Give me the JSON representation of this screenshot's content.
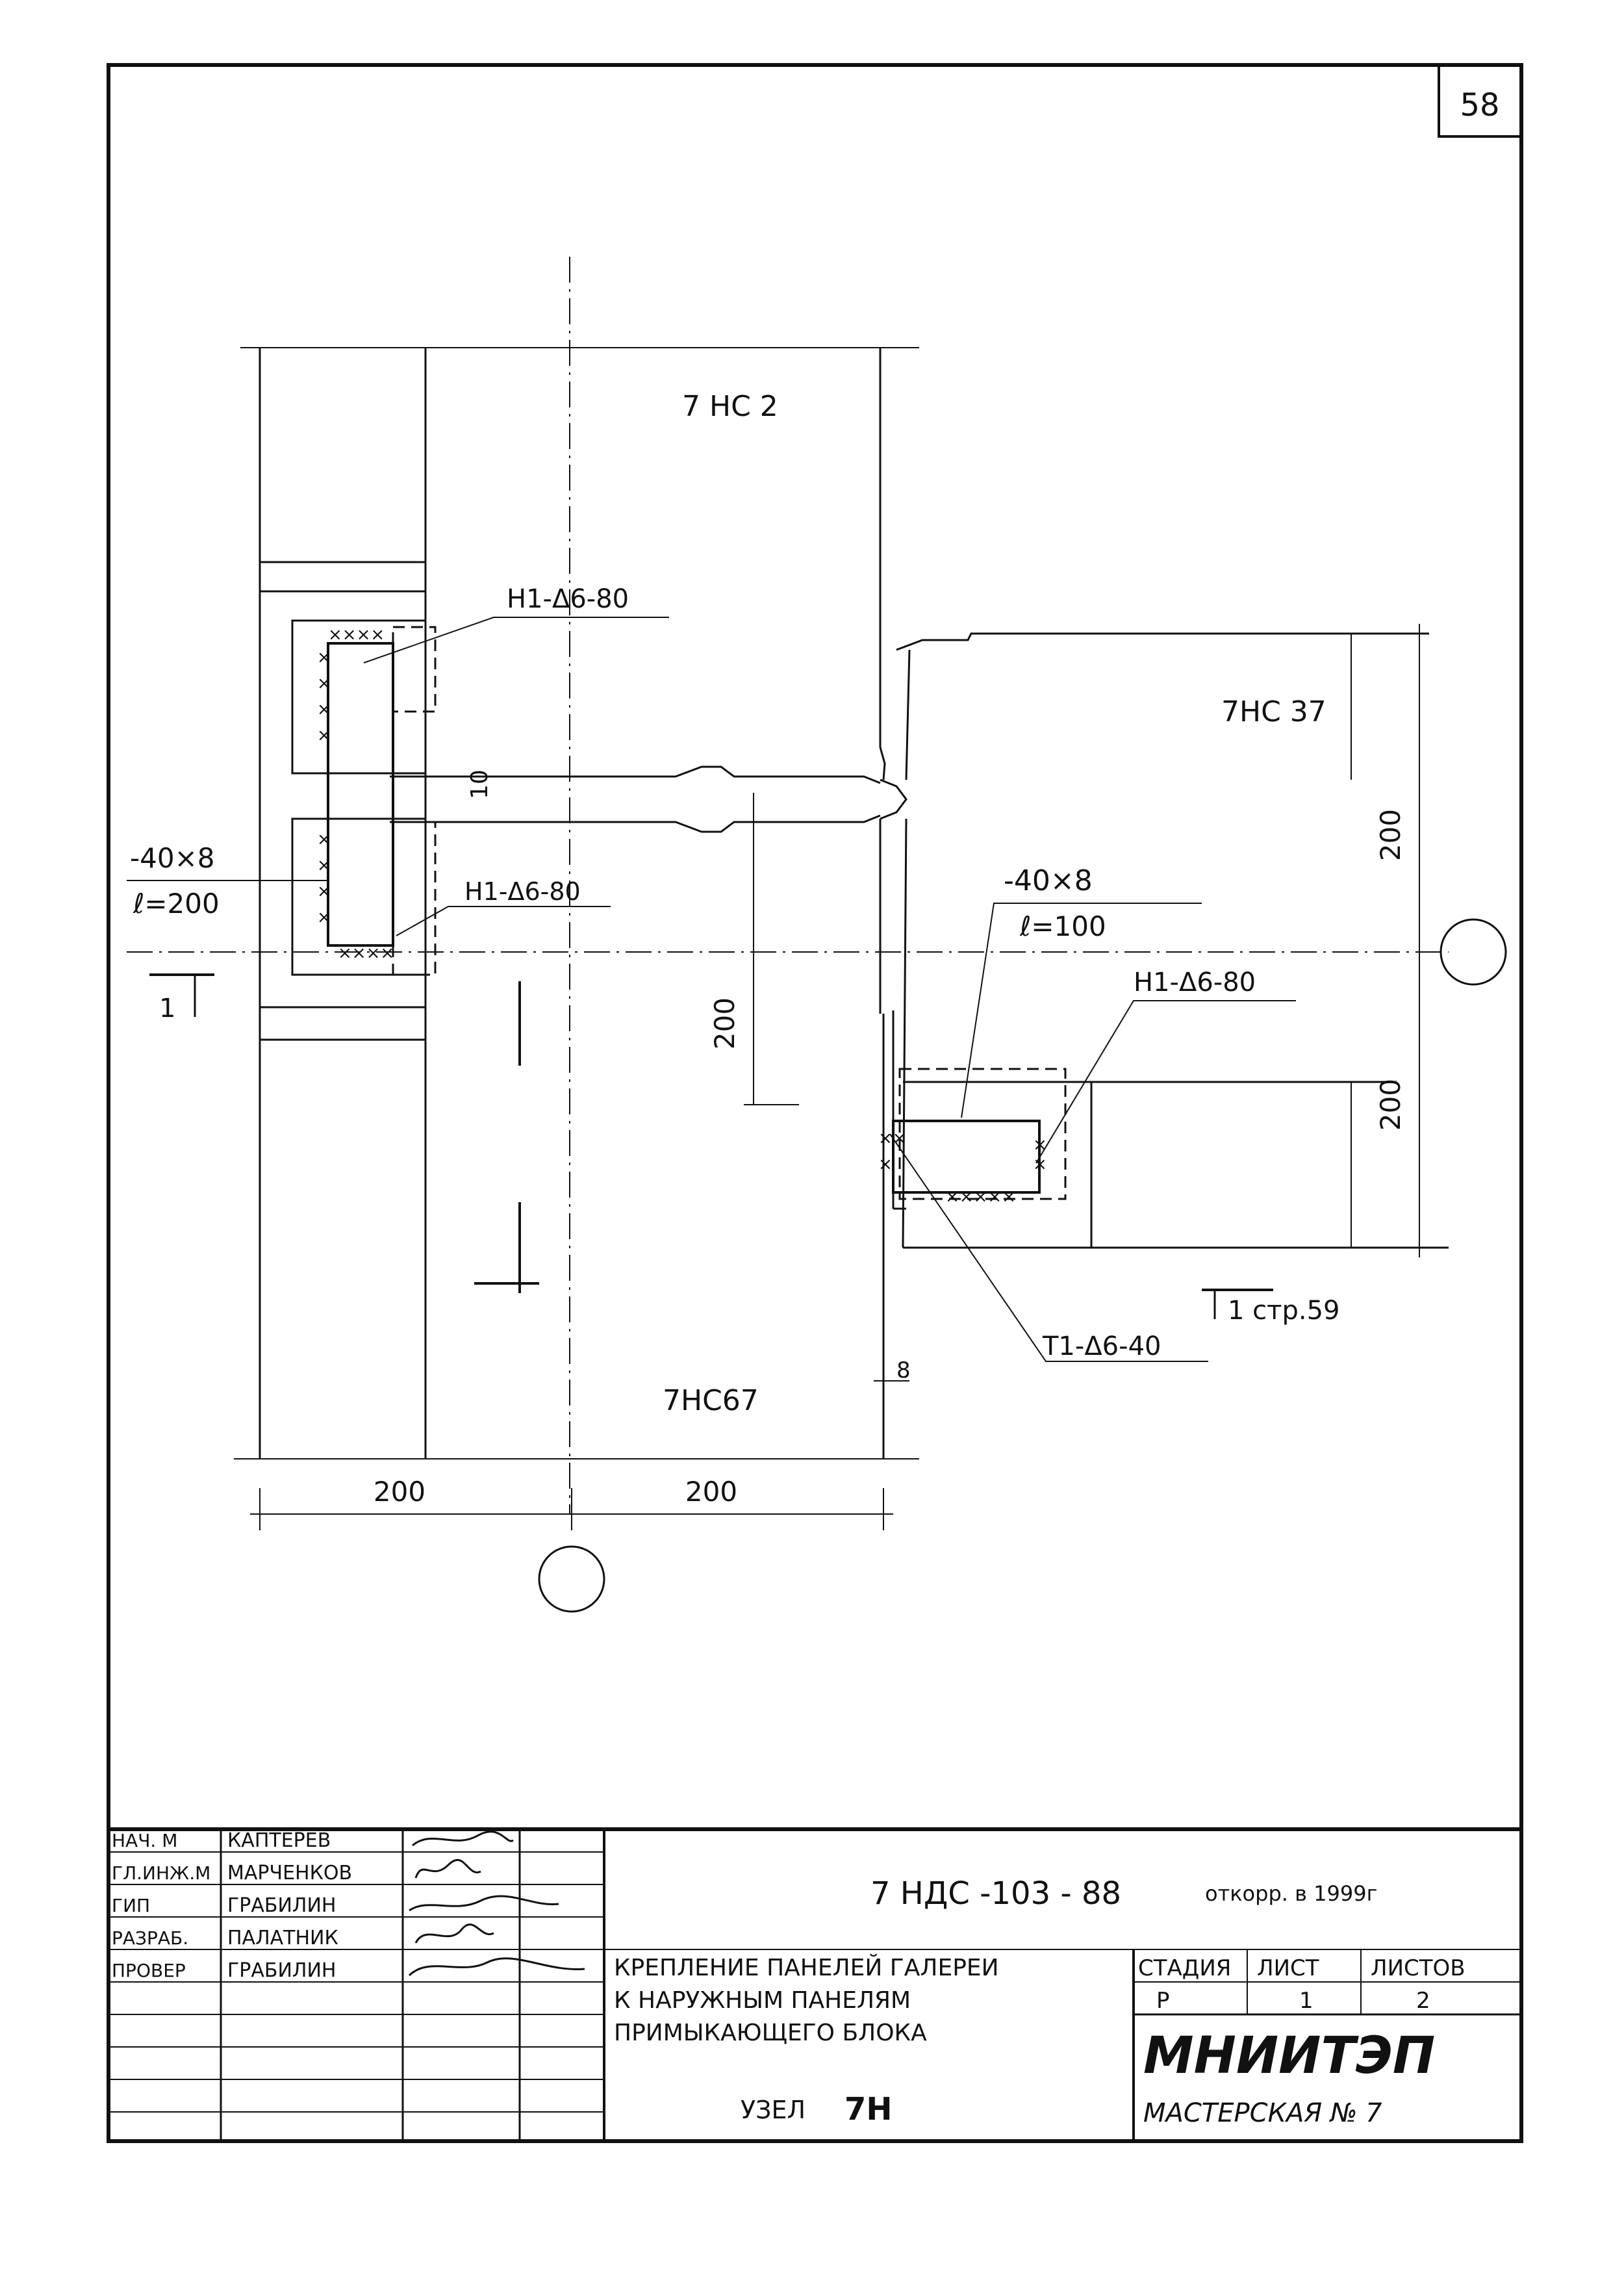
{
  "sheet_number": "58",
  "panels": {
    "top": "7 НС 2",
    "right": "7НС 37",
    "bottom": "7НС67"
  },
  "labels": {
    "h1_top": "Н1-Δ6-80",
    "h1_mid": "Н1-Δ6-80",
    "h1_right": "Н1-Δ6-80",
    "t1": "Т1-Δ6-40",
    "plate_left_size": "-40×8",
    "plate_left_len": "ℓ=200",
    "plate_right_size": "-40×8",
    "plate_right_len": "ℓ=100",
    "gap": "10",
    "gap_small": "8",
    "section_left": "1",
    "section_right": "1 стр.59"
  },
  "dimensions": {
    "bottom_left": "200",
    "bottom_right": "200",
    "mid_vertical": "200",
    "right_upper": "200",
    "right_lower": "200"
  },
  "title_block": {
    "roles": [
      "НАЧ. М",
      "ГЛ.ИНЖ.М",
      "ГИП",
      "РАЗРАБ.",
      "ПРОВЕР"
    ],
    "names": [
      "КАПТЕРЕВ",
      "МАРЧЕНКОВ",
      "ГРАБИЛИН",
      "ПАЛАТНИК",
      "ГРАБИЛИН"
    ],
    "signatures": [
      "signature",
      "signature",
      "signature",
      "signature",
      "signature"
    ],
    "doc_code": "7 НДС -103 - 88",
    "doc_note": "откорр. в 1999г",
    "title_lines": [
      "КРЕПЛЕНИЕ ПАНЕЛЕЙ ГАЛЕРЕИ",
      "К НАРУЖНЫМ ПАНЕЛЯМ",
      "ПРИМЫКАЮЩЕГО БЛОКА"
    ],
    "node_label": "УЗЕЛ",
    "node_value": "7Н",
    "stage_header": "СТАДИЯ",
    "sheet_header": "ЛИСТ",
    "sheets_header": "ЛИСТОВ",
    "stage_value": "Р",
    "sheet_value": "1",
    "sheets_value": "2",
    "org_name": "МНИИТЭП",
    "workshop": "МАСТЕРСКАЯ № 7"
  }
}
